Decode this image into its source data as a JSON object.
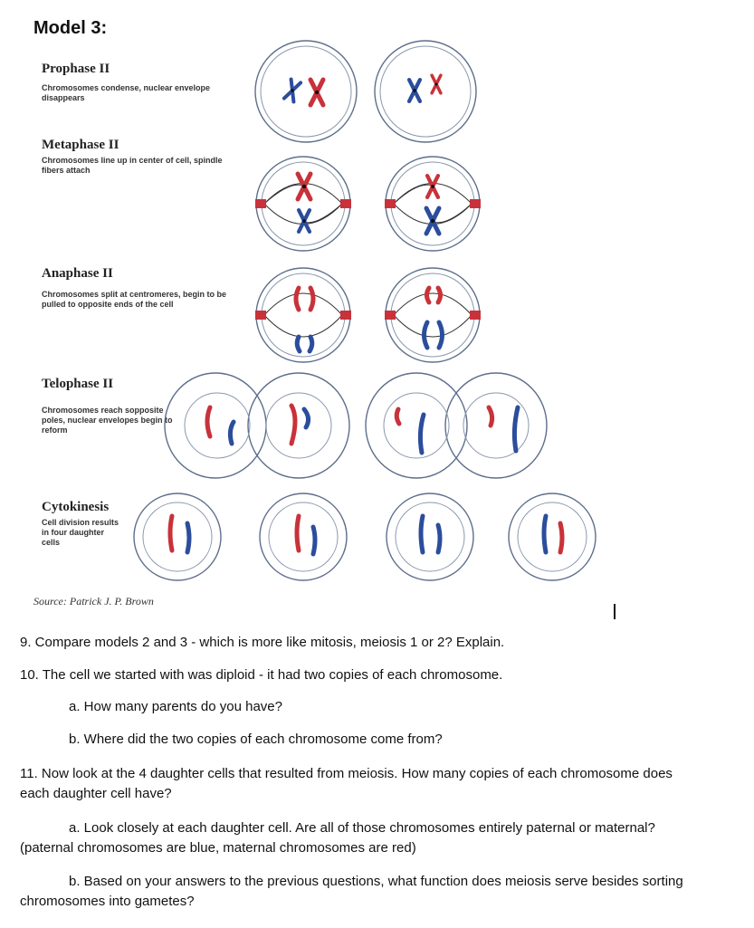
{
  "title": "Model 3:",
  "stages": [
    {
      "name": "Prophase II",
      "desc": [
        "Chromosomes condense, nuclear envelope",
        "disappears"
      ]
    },
    {
      "name": "Metaphase II",
      "desc": [
        "Chromosomes line up in center of cell, spindle",
        "fibers attach"
      ]
    },
    {
      "name": "Anaphase II",
      "desc": [
        "Chromosomes split at centromeres, begin to be",
        "pulled to opposite ends of the cell"
      ]
    },
    {
      "name": "Telophase II",
      "desc": [
        "Chromosomes reach sopposite",
        "poles, nuclear envelopes begin to",
        "reform"
      ]
    },
    {
      "name": "Cytokinesis",
      "desc": [
        "Cell division results",
        "in four daughter",
        "cells"
      ]
    }
  ],
  "source": "Source: Patrick J. P. Brown",
  "questions": {
    "q9": "9. Compare models 2 and 3 - which is more like mitosis, meiosis 1 or 2? Explain.",
    "q10": "10. The cell we started with was diploid - it had two copies of each chromosome.",
    "q10a": "a. How many parents do you have?",
    "q10b": "b. Where did the two copies of each chromosome come from?",
    "q11_line1": "11. Now look at the 4 daughter cells that resulted from meiosis. How many copies of each chromosome does",
    "q11_line2": "each daughter cell have?",
    "q11a_line1": "a. Look closely at each daughter cell. Are all of those chromosomes entirely paternal or maternal?",
    "q11a_line2": "(paternal chromosomes are blue, maternal chromosomes are red)",
    "q11b_line1": "b. Based on your answers to the previous questions, what function does meiosis serve besides sorting",
    "q11b_line2": "chromosomes into gametes?"
  },
  "colors": {
    "paternal": "#2b4d9c",
    "maternal": "#c8323a",
    "membrane": "#5d6e8c",
    "spindle": "#333333"
  }
}
